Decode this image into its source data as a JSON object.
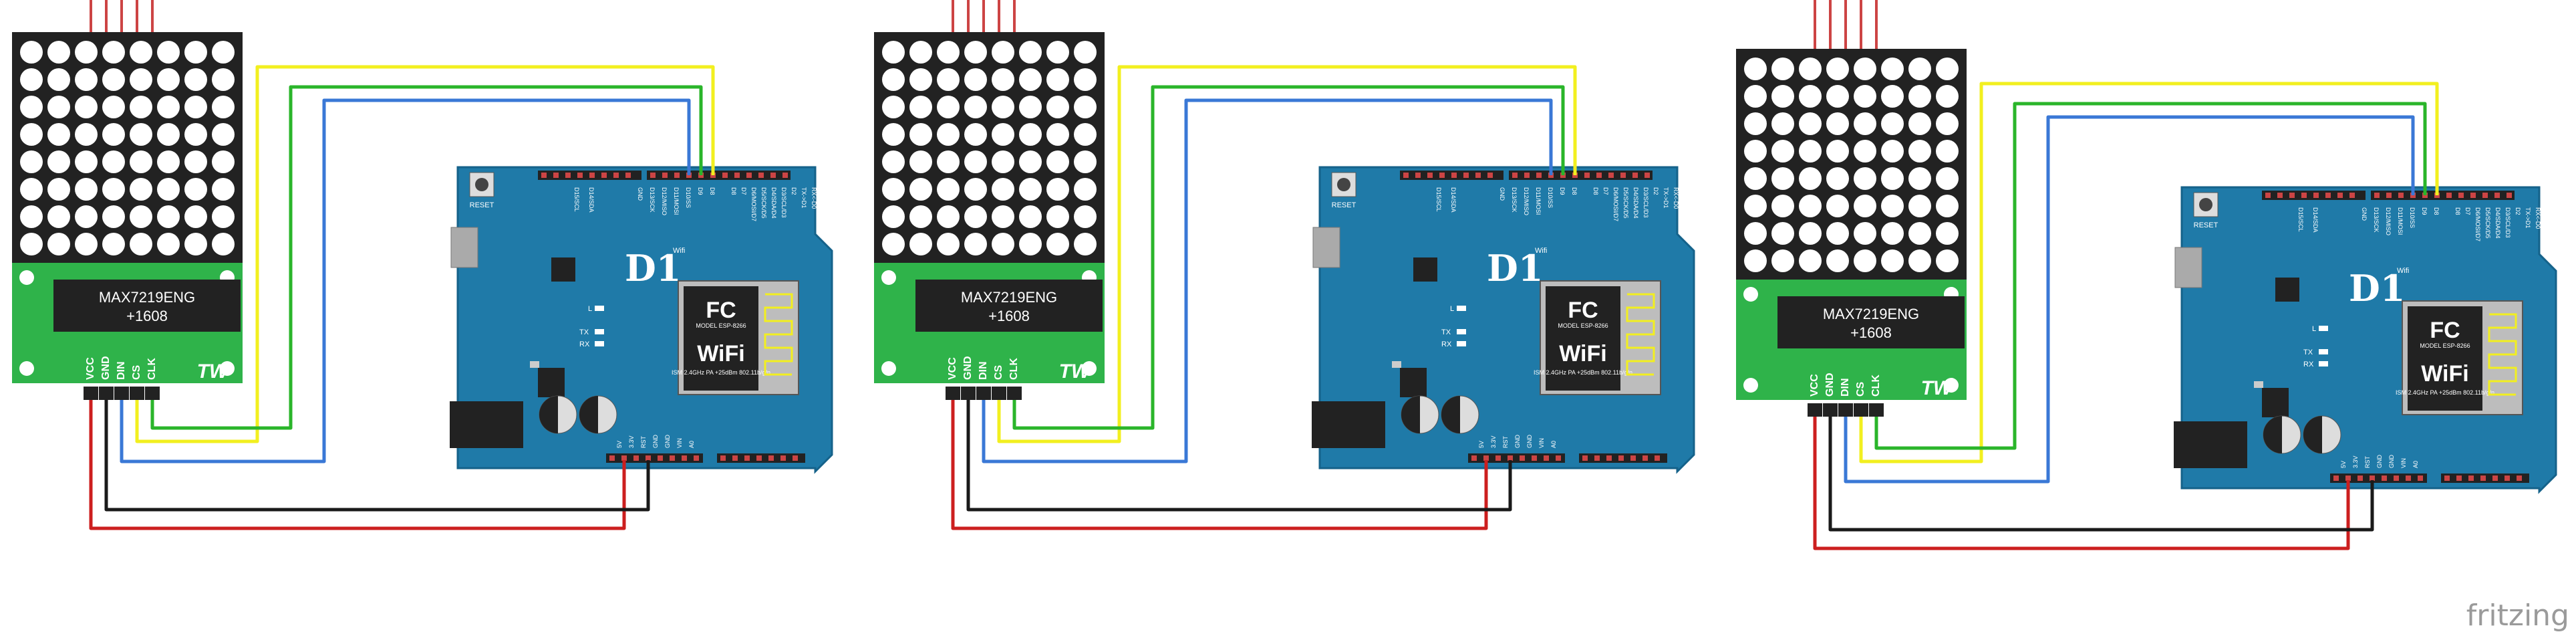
{
  "colors": {
    "wire_vcc": "#cc1f1f",
    "wire_gnd": "#1a1a1a",
    "wire_din": "#3a78d6",
    "wire_cs": "#f2ef1f",
    "wire_clk": "#2ab52a",
    "matrix_pcb": "#222222",
    "driver_pcb": "#2fb34a",
    "board_pcb": "#1f7aa8"
  },
  "matrix_module": {
    "chip_label": "MAX7219ENG",
    "chip_sub": "+1608",
    "pins": [
      "VCC",
      "GND",
      "DIN",
      "CS",
      "CLK"
    ],
    "logo": "TW"
  },
  "board": {
    "name": "D1",
    "wifi_label": "Wifi",
    "reset_label": "RESET",
    "led_labels": [
      "L",
      "TX",
      "RX"
    ],
    "esp_model": "MODEL ESP-8266",
    "esp_wifi": "WiFi",
    "esp_fcc": "FC",
    "esp_text": "ISM 2.4GHz PA +25dBm 802.11b/g/n",
    "top_header_left": [
      "D15/SCL",
      "D14/SDA"
    ],
    "top_header_right": [
      "GND",
      "D13/SCK",
      "D12/MISO",
      "D11/MOSI",
      "D10/SS",
      "D9",
      "D8"
    ],
    "top_header_far": [
      "D8",
      "D7",
      "D6/MOSI/D7",
      "D5/SCK/D5",
      "D4/SDA/D4",
      "D3/SCL/D3",
      "D2",
      "TX->D1",
      "RX<-D0"
    ],
    "bottom_header": [
      "5V",
      "3.3V",
      "RST",
      "GND",
      "GND",
      "VIN",
      "A0"
    ]
  },
  "brand": "fritzing"
}
